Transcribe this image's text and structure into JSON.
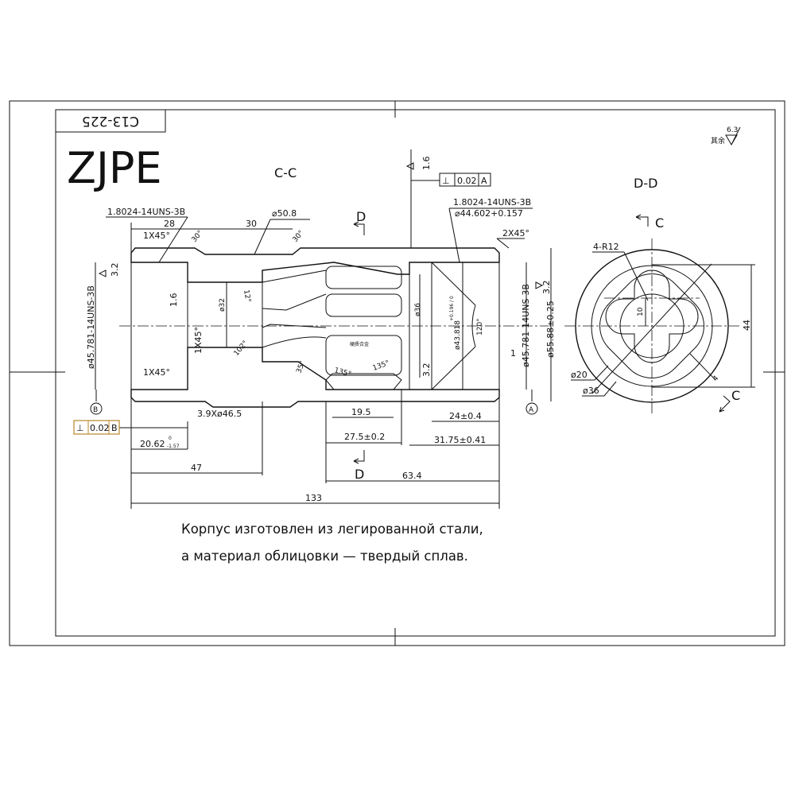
{
  "drawing": {
    "code": "C13-225",
    "logo": "ZJPE",
    "section_cc_title": "C-C",
    "section_dd_title": "D-D",
    "general_roughness": {
      "prefix": "其余",
      "value": "6.3"
    },
    "section_markers": {
      "d_top": "D",
      "d_bottom": "D",
      "c_top": "C",
      "c_bottom": "C"
    },
    "datums": {
      "a": "A",
      "b": "B"
    },
    "tolerance_frames": [
      {
        "symbol": "⊥",
        "value": "0.02",
        "datum": "A"
      },
      {
        "symbol": "⊥",
        "value": "0.02",
        "datum": "B"
      }
    ],
    "roughness": {
      "bore_left": "3.2",
      "face_left": "1.6",
      "face_right": "1.6",
      "bore_right": "3.2",
      "inner": "3.2"
    },
    "annotations": {
      "thread_left": "1.8024-14UNS-3B",
      "len_28": "28",
      "chamfer_left_top": "1X45°",
      "angle_30_left": "30°",
      "len_30": "30",
      "groove_dia": "⌀50.8",
      "angle_30_right": "30°",
      "thread_right": "1.8024-14UNS-3B",
      "pitch_dia": "⌀44.602+0.157",
      "chamfer_right": "2X45°",
      "dia_left_thread": "ø45.781-14UNS-3B",
      "dia_32": "ø32",
      "angle_12": "12°",
      "chamfer_inner": "1X45°",
      "angle_102": "102°",
      "dia_36": "ø36",
      "dia_43818": "ø43.818",
      "dia_43818_tol": "+0.196 / 0",
      "angle_120": "120°",
      "dim_1": "1",
      "dia_right_thread": "ø45.781-14UNS-3B",
      "dia_5588": "ø55.88±0.25",
      "angle_35": "35°",
      "angle_135_a": "135°",
      "angle_135_b": "135°",
      "carbide_label": "硬质合金",
      "chamfer_left_bottom": "1X45°",
      "groove": "3.9Xø46.5",
      "len_2062": "20.62",
      "len_2062_tol_upper": "0",
      "len_2062_tol_lower": "-1.57",
      "len_47": "47",
      "len_195": "19.5",
      "len_24": "24±0.4",
      "len_275": "27.5±0.2",
      "len_3175": "31.75±0.41",
      "len_634": "63.4",
      "len_133": "133"
    },
    "dd_annotations": {
      "radius": "4-R12",
      "dim_10": "10",
      "dim_44": "44",
      "dia_20": "ø20",
      "dia_36": "ø36",
      "dim_4": "4"
    }
  },
  "note": {
    "line1": "Корпус изготовлен из легированной стали,",
    "line2": "а материал облицовки — твердый сплав."
  }
}
